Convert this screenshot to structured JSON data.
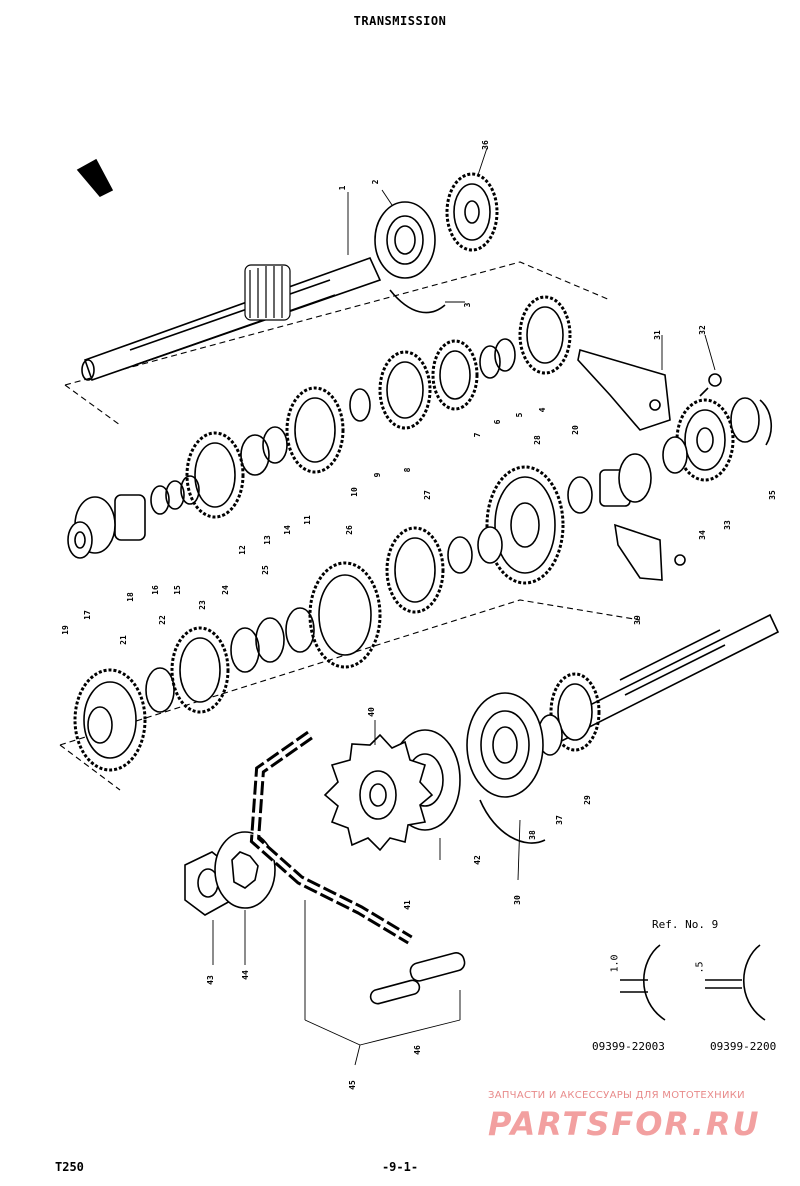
{
  "header": {
    "title": "TRANSMISSION"
  },
  "footer": {
    "model": "T250",
    "page": "-9-1-"
  },
  "reference": {
    "title": "Ref. No. 9",
    "dim_left": "1.0",
    "dim_right": ".5",
    "part_left": "09399-22003",
    "part_right": "09399-2200"
  },
  "watermark": {
    "tagline": "ЗАПЧАСТИ И АКСЕССУАРЫ ДЛЯ МОТОТЕХНИКИ",
    "brand": "PARTSFOR.RU",
    "color": "#f2a0a0"
  },
  "callouts": [
    "1",
    "2",
    "3",
    "4",
    "5",
    "6",
    "7",
    "8",
    "9",
    "10",
    "11",
    "12",
    "13",
    "14",
    "15",
    "16",
    "17",
    "18",
    "19",
    "20",
    "21",
    "22",
    "23",
    "24",
    "25",
    "26",
    "27",
    "28",
    "29",
    "30",
    "31",
    "32",
    "33",
    "34",
    "35",
    "36",
    "37",
    "38",
    "39",
    "40",
    "41",
    "42",
    "43",
    "44",
    "45",
    "46"
  ]
}
